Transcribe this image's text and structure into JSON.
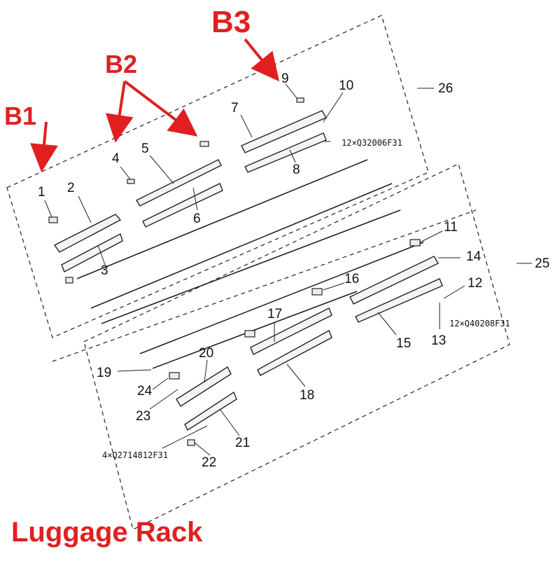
{
  "title": "Luggage Rack",
  "section_tags": [
    "B1",
    "B2",
    "B3"
  ],
  "part_numbers": [
    "1",
    "2",
    "3",
    "4",
    "5",
    "6",
    "7",
    "8",
    "9",
    "10",
    "11",
    "12",
    "13",
    "14",
    "15",
    "16",
    "17",
    "18",
    "19",
    "20",
    "21",
    "22",
    "23",
    "24",
    "25",
    "26"
  ],
  "fastener_codes": {
    "b3": "12×Q32006F31",
    "rear": "12×Q40208F31",
    "front": "4×Q2714812F31"
  },
  "colors": {
    "annotation": "#e02020",
    "line": "#111111"
  }
}
